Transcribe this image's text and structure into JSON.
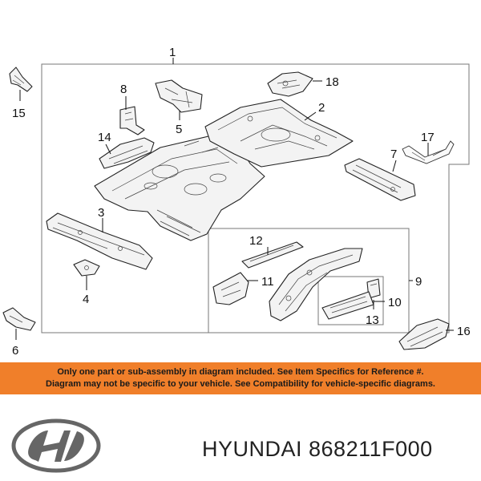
{
  "callouts": {
    "c1": "1",
    "c2": "2",
    "c3": "3",
    "c4": "4",
    "c5": "5",
    "c6": "6",
    "c7": "7",
    "c8": "8",
    "c9": "9",
    "c10": "10",
    "c11": "11",
    "c12": "12",
    "c13": "13",
    "c14": "14",
    "c15": "15",
    "c16": "16",
    "c17": "17",
    "c18": "18"
  },
  "disclaimer": {
    "line1": "Only one part or sub-assembly in diagram included. See Item Specifics for Reference #.",
    "line2": "Diagram may not be specific to your vehicle. See Compatibility for vehicle-specific diagrams.",
    "background_color": "#f07f2a"
  },
  "footer": {
    "brand": "HYUNDAI",
    "part_number": "868211F000",
    "logo_icon": "hyundai-logo-icon"
  }
}
